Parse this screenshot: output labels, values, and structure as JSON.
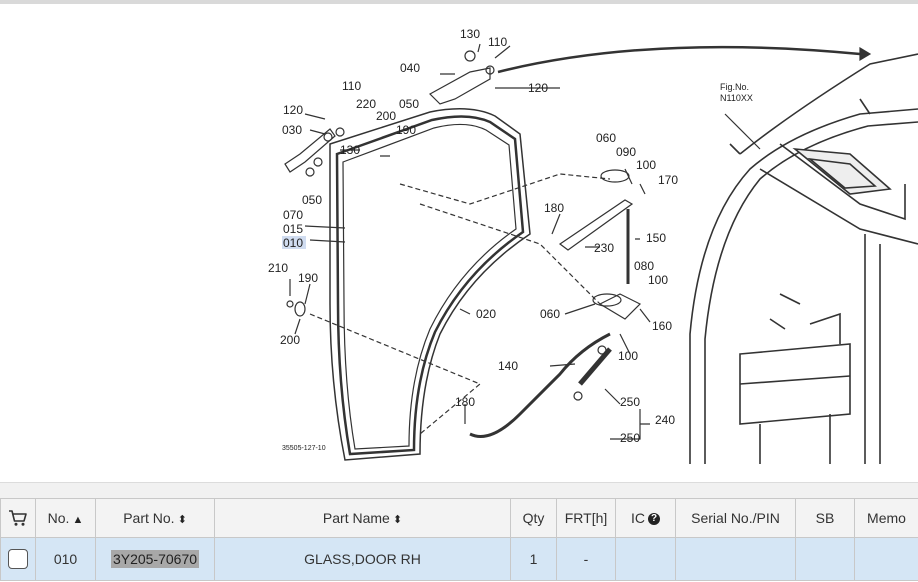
{
  "diagram": {
    "fig_no_label": "Fig.No.",
    "fig_no_value": "N110XX",
    "drawing_code": "35505-127-10",
    "callouts": [
      {
        "id": "c130a",
        "text": "130"
      },
      {
        "id": "c110a",
        "text": "110"
      },
      {
        "id": "c040",
        "text": "040"
      },
      {
        "id": "c120a",
        "text": "120"
      },
      {
        "id": "c110b",
        "text": "110"
      },
      {
        "id": "c120b",
        "text": "120"
      },
      {
        "id": "c220",
        "text": "220"
      },
      {
        "id": "c200a",
        "text": "200"
      },
      {
        "id": "c050a",
        "text": "050"
      },
      {
        "id": "c030",
        "text": "030"
      },
      {
        "id": "c190a",
        "text": "190"
      },
      {
        "id": "c130b",
        "text": "130"
      },
      {
        "id": "c060a",
        "text": "060"
      },
      {
        "id": "c090",
        "text": "090"
      },
      {
        "id": "c100a",
        "text": "100"
      },
      {
        "id": "c170",
        "text": "170"
      },
      {
        "id": "c050b",
        "text": "050"
      },
      {
        "id": "c070",
        "text": "070"
      },
      {
        "id": "c015",
        "text": "015"
      },
      {
        "id": "c010",
        "text": "010"
      },
      {
        "id": "c180a",
        "text": "180"
      },
      {
        "id": "c230",
        "text": "230"
      },
      {
        "id": "c150",
        "text": "150"
      },
      {
        "id": "c210",
        "text": "210"
      },
      {
        "id": "c190b",
        "text": "190"
      },
      {
        "id": "c080",
        "text": "080"
      },
      {
        "id": "c100b",
        "text": "100"
      },
      {
        "id": "c020",
        "text": "020"
      },
      {
        "id": "c060b",
        "text": "060"
      },
      {
        "id": "c160",
        "text": "160"
      },
      {
        "id": "c200b",
        "text": "200"
      },
      {
        "id": "c100c",
        "text": "100"
      },
      {
        "id": "c140",
        "text": "140"
      },
      {
        "id": "c250a",
        "text": "250"
      },
      {
        "id": "c180b",
        "text": "180"
      },
      {
        "id": "c240",
        "text": "240"
      },
      {
        "id": "c250b",
        "text": "250"
      }
    ]
  },
  "table": {
    "headers": {
      "cart": "",
      "no": "No.",
      "part_no": "Part No.",
      "part_name": "Part Name",
      "qty": "Qty",
      "frt": "FRT[h]",
      "ic": "IC",
      "serial": "Serial No./PIN",
      "sb": "SB",
      "memo": "Memo"
    },
    "rows": [
      {
        "no": "010",
        "part_no": "3Y205-70670",
        "part_name": "GLASS,DOOR RH",
        "qty": "1",
        "frt": "-",
        "ic": "",
        "serial": "",
        "sb": "",
        "memo": ""
      }
    ]
  }
}
